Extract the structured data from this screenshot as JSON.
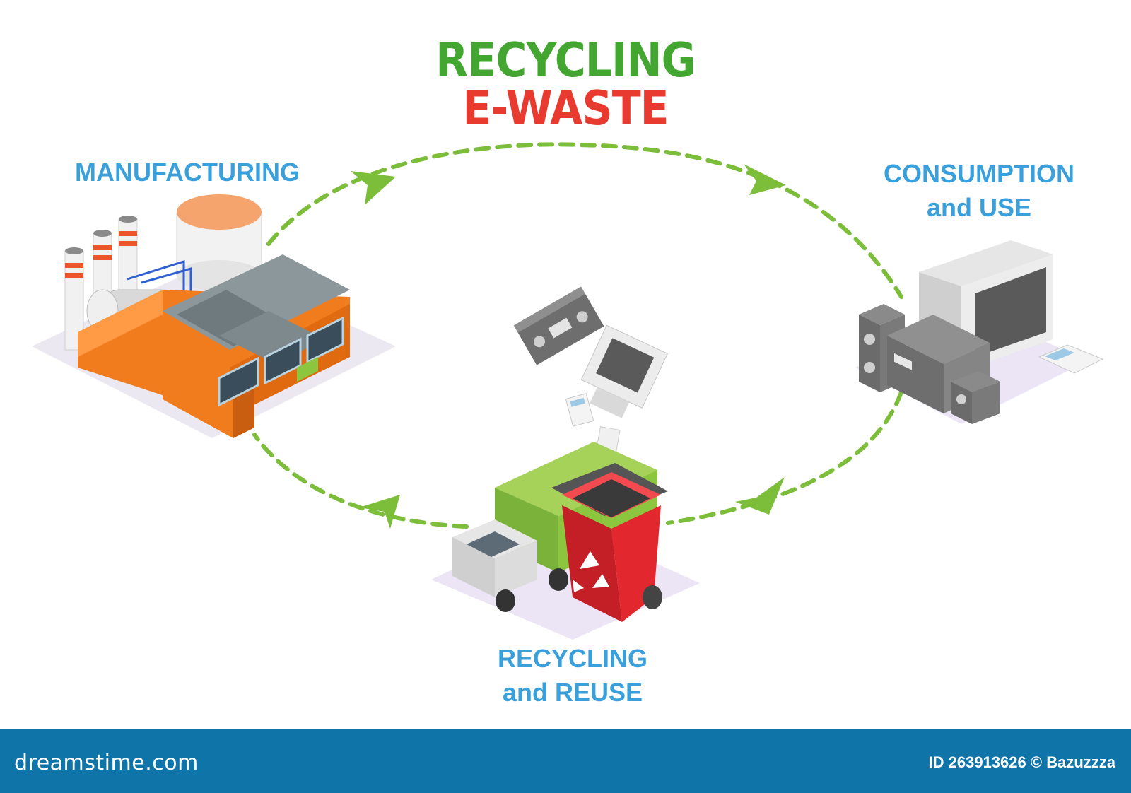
{
  "title": {
    "line1": "RECYCLING",
    "line2": "E-WASTE",
    "line1_color": "#43a631",
    "line2_color": "#e83a2f"
  },
  "stages": {
    "manufacturing": {
      "line1": "MANUFACTURING"
    },
    "consumption": {
      "line1": "CONSUMPTION",
      "line2": "and USE"
    },
    "recycling": {
      "line1": "RECYCLING",
      "line2": "and REUSE"
    }
  },
  "colors": {
    "label_blue": "#3aa0db",
    "arrow_green": "#7cbd3a",
    "factory_orange": "#f07c1e",
    "bin_red": "#e2272e",
    "truck_green": "#8cc63f",
    "footer_blue": "#0f74a8"
  },
  "icons": [
    "factory-icon",
    "computer-stereo-icon",
    "garbage-truck-icon",
    "recycle-bin-icon",
    "falling-electronics-icon",
    "recycle-symbol-icon"
  ],
  "footer": {
    "brand": "dreamstime.com",
    "id_text": "ID 263913626 © Bazuzzza"
  }
}
